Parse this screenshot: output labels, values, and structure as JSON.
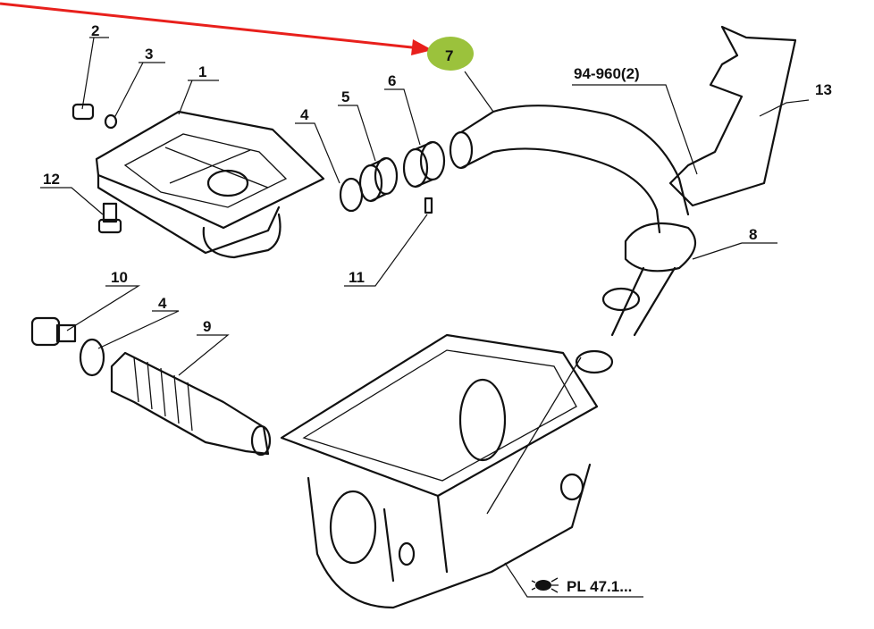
{
  "diagram": {
    "callouts": [
      "2",
      "3",
      "1",
      "12",
      "4",
      "5",
      "6",
      "7",
      "94-960(2)",
      "13",
      "8",
      "11",
      "10",
      "4",
      "9"
    ],
    "reference": "PL 47.1...",
    "highlighted_callout": "7",
    "colors": {
      "highlight": "#9bc23c",
      "arrow": "#e8201c",
      "lines": "#111111"
    }
  }
}
